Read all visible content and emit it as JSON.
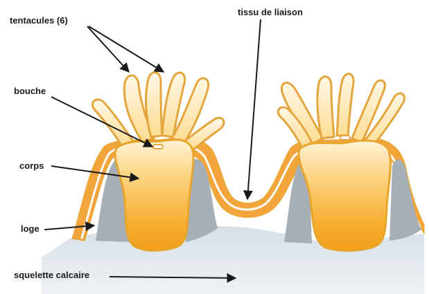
{
  "labels": {
    "tentacles": "tentacules (6)",
    "connective_tissue": "tissu de liaison",
    "mouth": "bouche",
    "body": "corps",
    "cup": "loge",
    "skeleton": "squelette calcaire"
  },
  "colors": {
    "polyp_orange": "#f5a623",
    "polyp_light": "#fde8b4",
    "tissue_outline": "#e7a52c",
    "skeleton_fill": "#e3ebf0",
    "cup_grey": "#a7afb6",
    "arrow": "#1a1a1a"
  }
}
